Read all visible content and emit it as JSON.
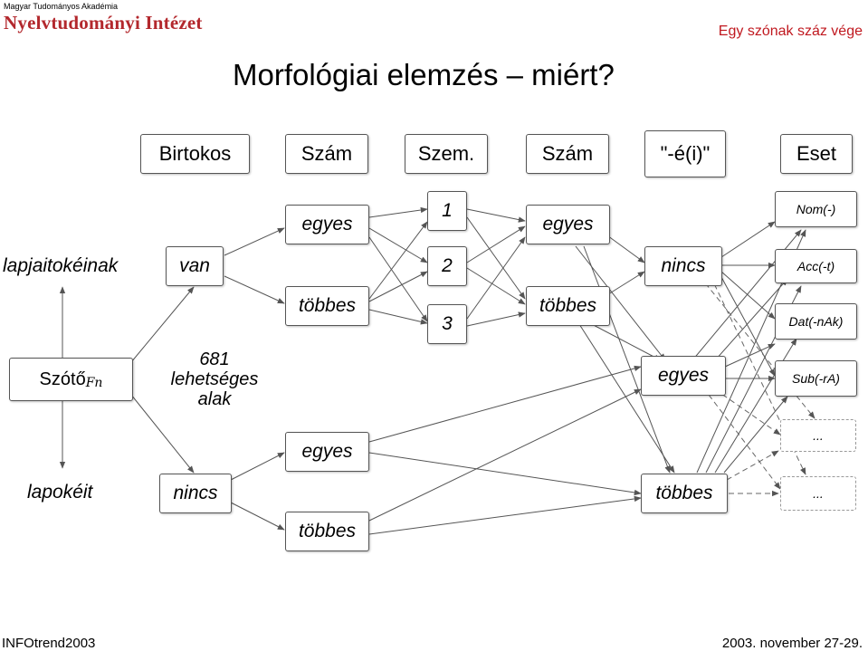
{
  "header": {
    "institution": "Magyar Tudományos Akadémia",
    "institute": "Nyelvtudományi Intézet",
    "slogan": "Egy szónak száz vége"
  },
  "slide": {
    "title": "Morfológiai elemzés – miért?"
  },
  "categories": [
    "Birtokos",
    "Szám",
    "Szem.",
    "Szám",
    "\"-é(i)\"",
    "Eset"
  ],
  "diagram": {
    "words": {
      "upper": "lapjaitokéinak",
      "stem": "Szótő",
      "stem_sub": "Fn",
      "lower": "lapokéit"
    },
    "possessor": {
      "van": "van",
      "nincs": "nincs",
      "count": "681 lehetséges alak"
    },
    "number1": {
      "egyes_top": "egyes",
      "tobbes_top": "többes",
      "egyes_bottom": "egyes",
      "tobbes_bottom": "többes"
    },
    "person": {
      "p1": "1",
      "p2": "2",
      "p3": "3"
    },
    "number2": {
      "egyes": "egyes",
      "tobbes": "többes"
    },
    "e_suffix": {
      "nincs": "nincs",
      "egyes": "egyes",
      "tobbes": "többes"
    },
    "cases": {
      "nom": "Nom(-)",
      "acc": "Acc(-t)",
      "dat": "Dat(-nAk)",
      "sub": "Sub(-rA)",
      "more1": "...",
      "more2": "..."
    }
  },
  "footer": {
    "left": "INFOtrend2003",
    "right": "2003. november 27-29."
  }
}
